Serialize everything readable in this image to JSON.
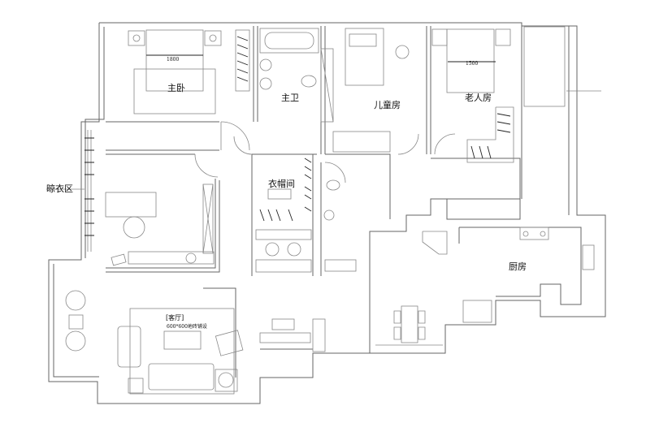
{
  "rooms": {
    "master_bedroom": "主卧",
    "master_bath": "主卫",
    "kids_room": "儿童房",
    "elder_room": "老人房",
    "laundry_area": "晾衣区",
    "walk_in_closet": "衣帽间",
    "kitchen": "厨房",
    "living_room": "[客厅]",
    "living_room_note": "600*600地砖铺设"
  },
  "dimensions": {
    "master_bed_width": "1800",
    "elder_bed_width": "1500"
  }
}
